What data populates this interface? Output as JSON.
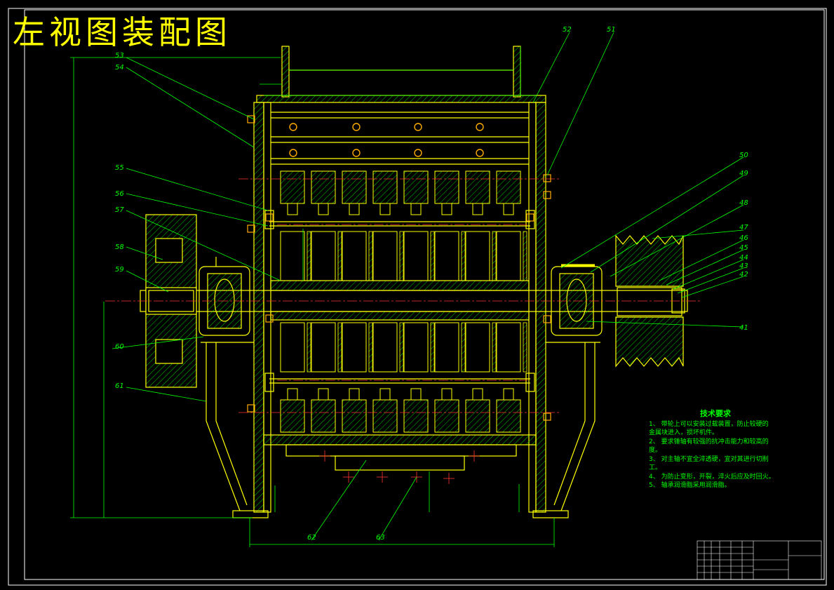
{
  "title": "左视图装配图",
  "colors": {
    "background": "#000000",
    "outline": "#ffff00",
    "leader": "#00ff00",
    "center": "#ff0000",
    "hatch": "#00ff00",
    "bolt": "#ff00ff"
  },
  "part_numbers": {
    "p53": "53",
    "p54": "54",
    "p55": "55",
    "p56": "56",
    "p57": "57",
    "p58": "58",
    "p59": "59",
    "p60": "60",
    "p61": "61",
    "p62": "62",
    "p63": "63",
    "p52": "52",
    "p51": "51",
    "p50": "50",
    "p49": "49",
    "p48": "48",
    "p47": "47",
    "p46": "46",
    "p45": "45",
    "p44": "44",
    "p43": "43",
    "p42": "42",
    "p41": "41"
  },
  "technical_requirements": {
    "heading": "技术要求",
    "items": [
      "1、 带轮上可以安装过载装置，防止较硬的",
      "    金属块进入，损坏机件。",
      "2、 要求锤轴有较强的抗冲击能力和较高的",
      "    度。",
      "3、 对主轴不宜全淬透硬，宜对其进行切削",
      "    工。",
      "4、 为防止变形，开裂，淬火后应及时回火。",
      "5、 轴承润滑脂采用润滑脂。"
    ]
  }
}
